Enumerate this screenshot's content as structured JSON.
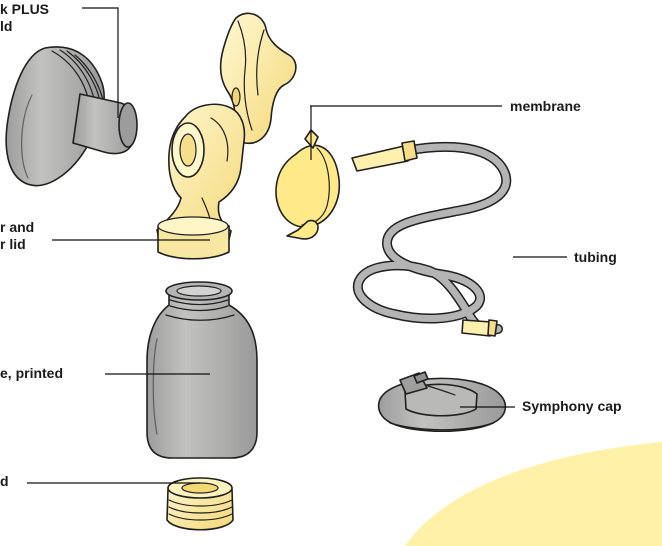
{
  "labels": {
    "breastshield": "k PLUS\nld",
    "connector": "r and\nr lid",
    "bottle": "e, printed",
    "base": "d",
    "membrane": "membrane",
    "tubing": "tubing",
    "cap": "Symphony cap"
  },
  "colors": {
    "part_fill": "#fff4b8",
    "part_shadow": "#f2d36b",
    "gray_fill": "#b9b9b8",
    "gray_shadow": "#8f8f8f",
    "accent": "#fff2a8"
  },
  "icons": {
    "breastshield": "breastshield-icon",
    "connector": "connector-icon",
    "bottle": "bottle-icon",
    "membrane": "membrane-icon",
    "tubing": "tubing-icon",
    "cap": "symphony-cap-icon",
    "base": "base-ring-icon"
  }
}
